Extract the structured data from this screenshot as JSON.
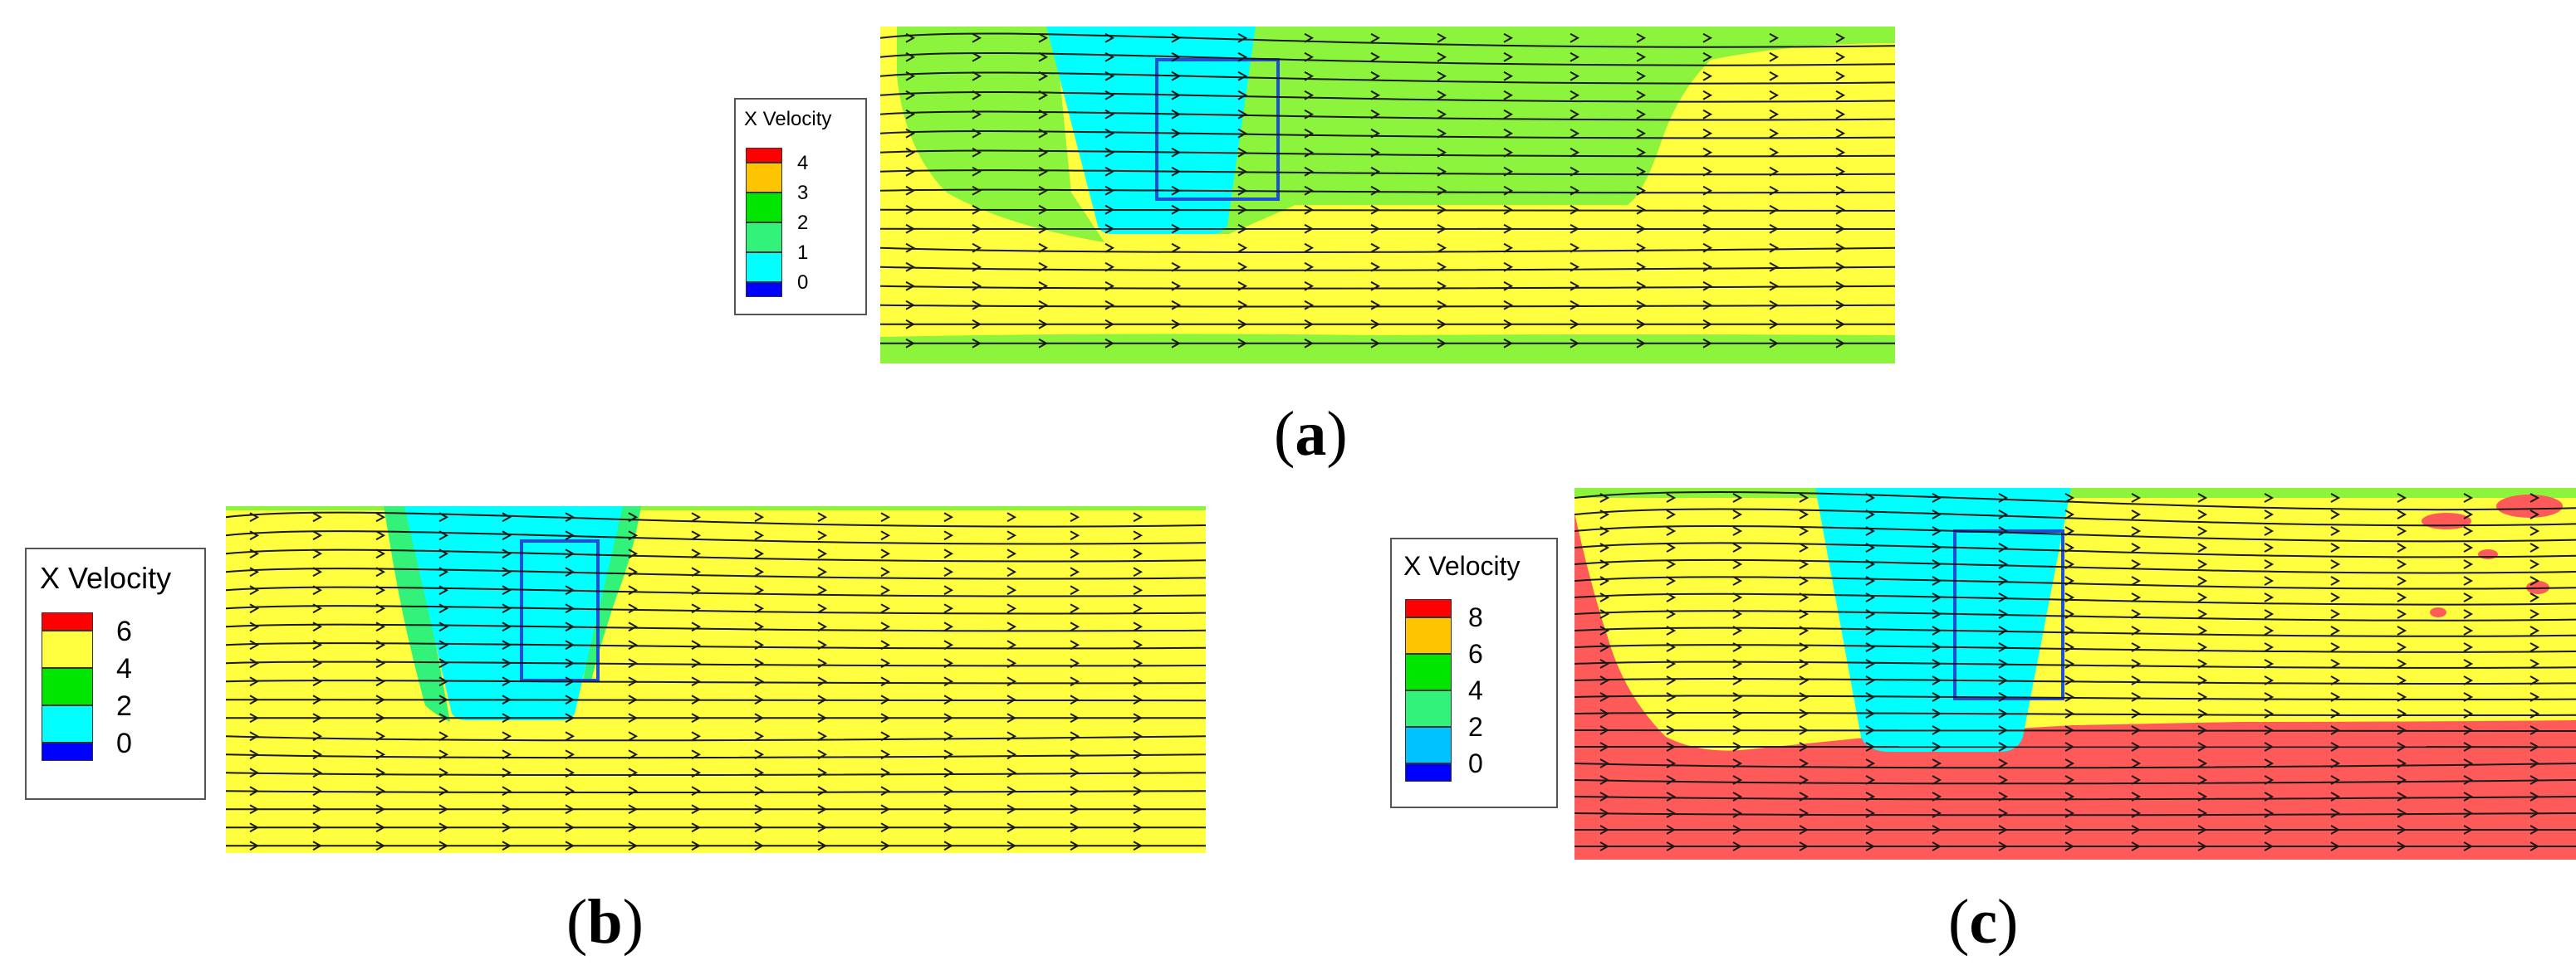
{
  "colors": {
    "red": "#ff0000",
    "orange": "#ffc400",
    "yellow": "#ffff40",
    "light_green": "#8cf43c",
    "green": "#00e600",
    "bright_green": "#33f27a",
    "cyan": "#00ffff",
    "sky": "#00c2ff",
    "blue": "#0000ff",
    "salmon": "#ff5a5a",
    "streamline": "#1a1a1a"
  },
  "panels": [
    {
      "id": "a",
      "caption": "a",
      "legend": {
        "title": "X Velocity",
        "ticks": [
          "4",
          "3",
          "2",
          "1",
          "0"
        ]
      }
    },
    {
      "id": "b",
      "caption": "b",
      "legend": {
        "title": "X Velocity",
        "ticks": [
          "6",
          "4",
          "2",
          "0"
        ]
      }
    },
    {
      "id": "c",
      "caption": "c",
      "legend": {
        "title": "X Velocity",
        "ticks": [
          "8",
          "6",
          "4",
          "2",
          "0"
        ]
      }
    }
  ]
}
